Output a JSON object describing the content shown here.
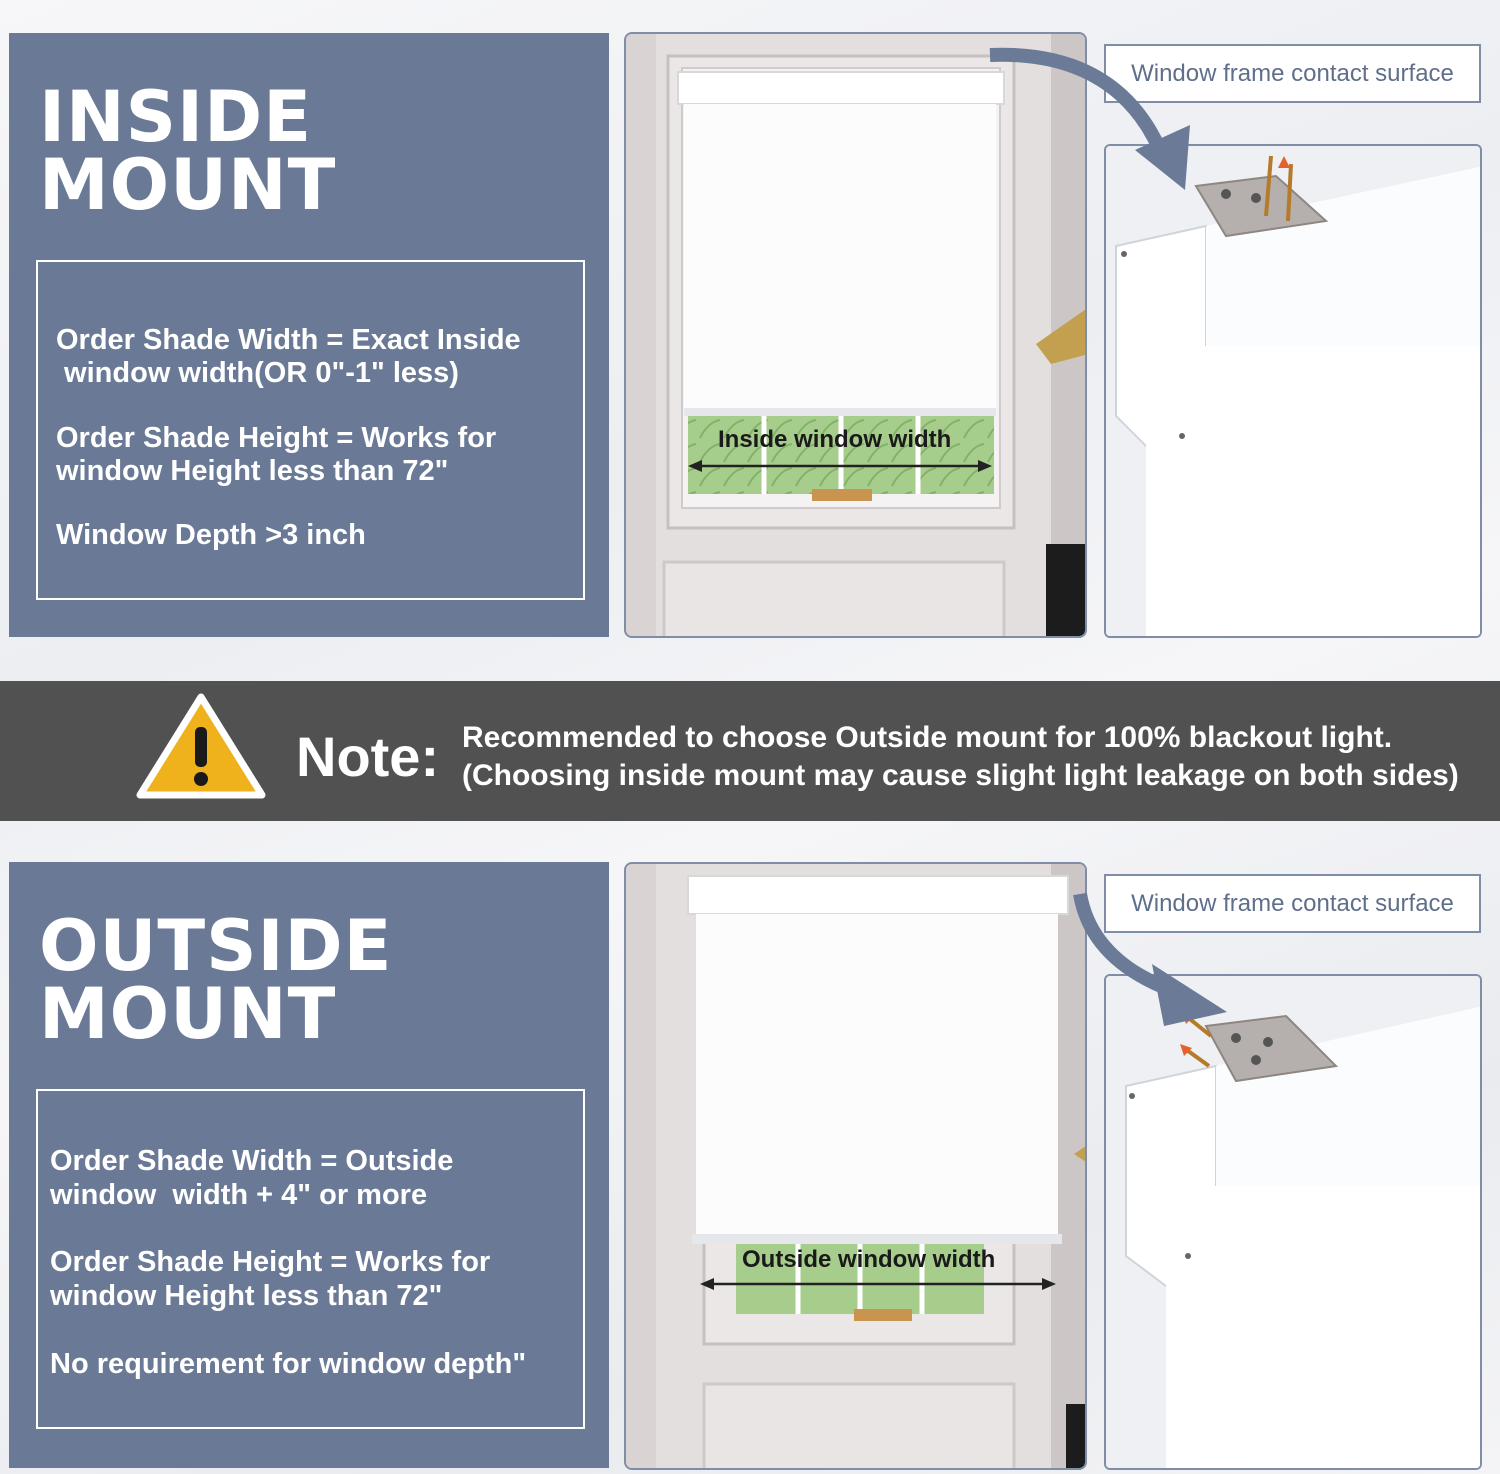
{
  "inside": {
    "title_line1": "INSIDE",
    "title_line2": "MOUNT",
    "lines": [
      "Order Shade Width = Exact Inside",
      " window width(OR 0\"-1\" less)",
      "Order Shade Height = Works for",
      "window Height less than 72\"",
      "Window Depth >3 inch"
    ],
    "measure_label": "Inside window width",
    "callout": "Window frame contact surface"
  },
  "note": {
    "label": "Note:",
    "line1": "Recommended to choose Outside mount for 100% blackout light.",
    "line2": "(Choosing inside mount may cause slight light leakage on both sides)",
    "icon": "warning-icon"
  },
  "outside": {
    "title_line1": "OUTSIDE",
    "title_line2": "MOUNT",
    "lines": [
      "Order Shade Width = Outside",
      "window  width + 4\" or more",
      "Order Shade Height = Works for",
      "window Height less than 72\"",
      "No requirement for window depth\""
    ],
    "measure_label": "Outside window width",
    "callout": "Window frame contact surface"
  },
  "colors": {
    "panel_blue": "#6a7a96",
    "note_band": "#515151",
    "warning_yellow": "#f0b21c",
    "arrow_blue": "#6b7b97"
  }
}
